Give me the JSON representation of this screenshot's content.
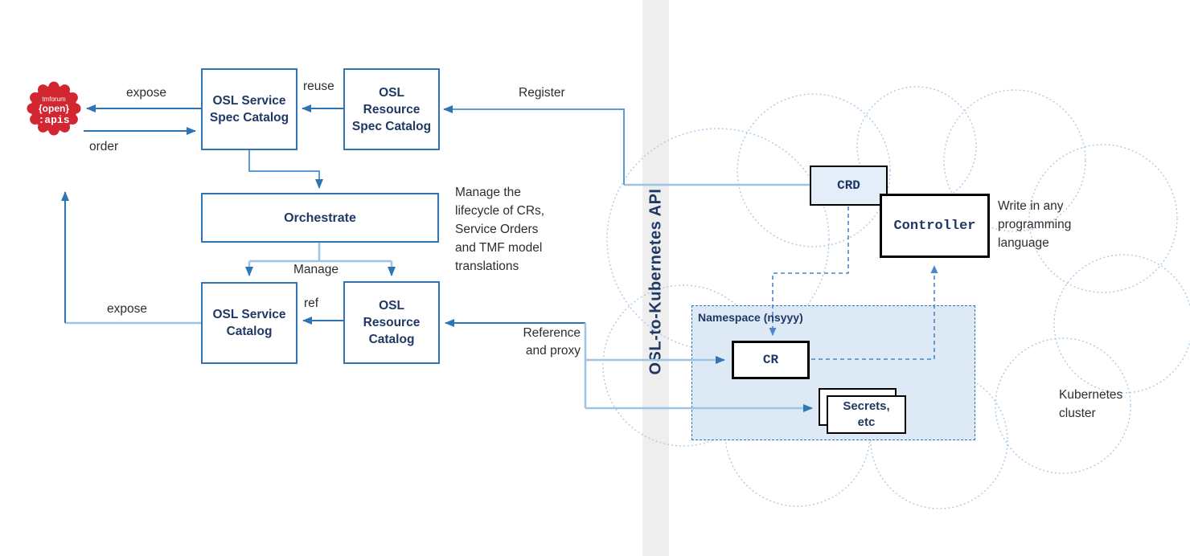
{
  "colors": {
    "osl_box_border": "#2E75B6",
    "osl_box_text": "#1F3864",
    "line_dark_blue": "#2E75B6",
    "line_light_blue": "#9DC3E6",
    "dashed_blue": "#4A86C8",
    "cloud_dotted_blue": "#AACBEB",
    "namespace_fill": "#DEE9F6",
    "crd_fill": "#E4EEF9",
    "api_bar_gray": "#EEEEEE",
    "k8s_box_border": "#000000",
    "tmf_logo_red": "#D22630",
    "label_text": "#2d2d2d"
  },
  "tmf_logo": {
    "lines": [
      "tmforum",
      "{open}",
      ":apis"
    ]
  },
  "api_bar": {
    "label": "OSL-to-Kubernetes API"
  },
  "boxes": {
    "service_spec_catalog": [
      "OSL Service",
      "Spec Catalog"
    ],
    "resource_spec_catalog": [
      "OSL",
      "Resource",
      "Spec Catalog"
    ],
    "orchestrate": [
      "Orchestrate"
    ],
    "service_catalog": [
      "OSL Service",
      "Catalog"
    ],
    "resource_catalog": [
      "OSL",
      "Resource",
      "Catalog"
    ],
    "crd": "CRD",
    "controller": "Controller",
    "cr": "CR",
    "secrets": [
      "Secrets,",
      "etc"
    ]
  },
  "namespace": {
    "label": "Namespace (nsyyy)"
  },
  "edge_labels": {
    "expose_top": "expose",
    "order": "order",
    "reuse": "reuse",
    "register": "Register",
    "manage": "Manage",
    "ref": "ref",
    "expose_bottom": "expose",
    "reference_proxy": [
      "Reference",
      "and proxy"
    ]
  },
  "notes": {
    "manage_note": [
      "Manage the",
      "lifecycle of CRs,",
      "Service Orders",
      "and TMF model",
      "translations"
    ],
    "write_note": [
      "Write in any",
      "programming",
      "language"
    ],
    "cluster_note": [
      "Kubernetes",
      "cluster"
    ]
  }
}
